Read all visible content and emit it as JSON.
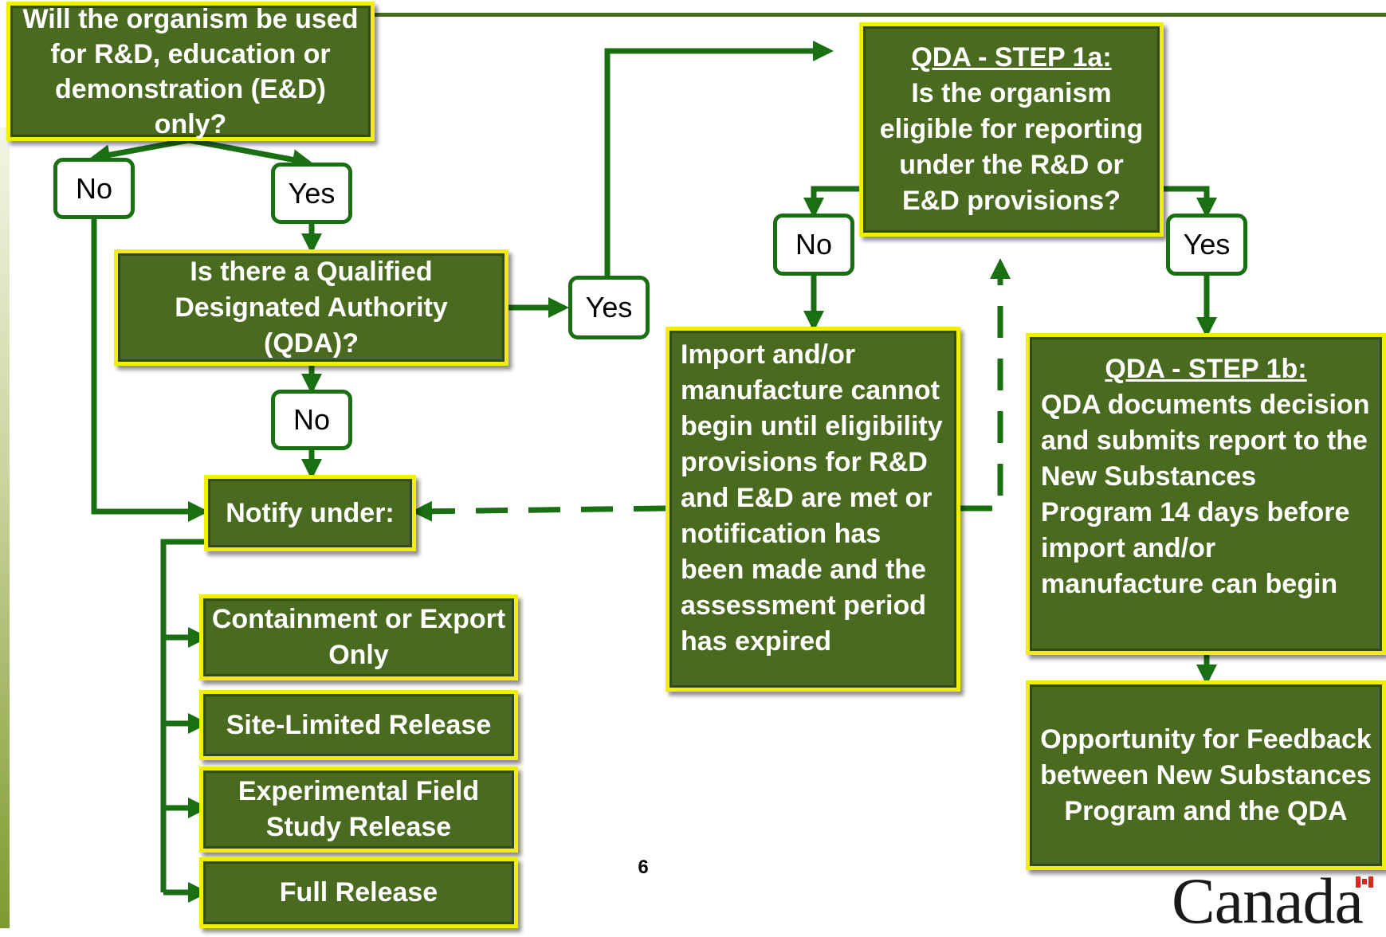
{
  "boxes": {
    "q_use": "Will the organism be used for R&D, education or demonstration (E&D) only?",
    "q_qda": "Is there a Qualified Designated Authority (QDA)?",
    "notify": "Notify under:",
    "containment": "Containment or Export Only",
    "site_limited": "Site-Limited Release",
    "experimental": "Experimental Field Study Release",
    "full_release": "Full Release",
    "step1a_heading": "QDA - STEP 1a:",
    "step1a_text": "Is the organism eligible for reporting under the R&D or E&D provisions?",
    "import_wait": "Import and/or manufacture cannot begin until eligibility provisions for R&D and E&D are met or notification has been made and the assessment period has expired",
    "step1b_heading": "QDA - STEP 1b:",
    "step1b_text": "QDA documents decision and submits report to the New Substances Program 14 days before import and/or manufacture can begin",
    "feedback": "Opportunity for Feedback between New Substances Program and the QDA"
  },
  "labels": {
    "no1": "No",
    "yes1": "Yes",
    "yes2": "Yes",
    "no2": "No",
    "no3": "No",
    "yes3": "Yes"
  },
  "page_number": "6",
  "logo_text": "Canada",
  "colors": {
    "box_fill": "#4a6b1f",
    "box_border": "#f2ee0c",
    "arrow": "#1b6f13"
  }
}
